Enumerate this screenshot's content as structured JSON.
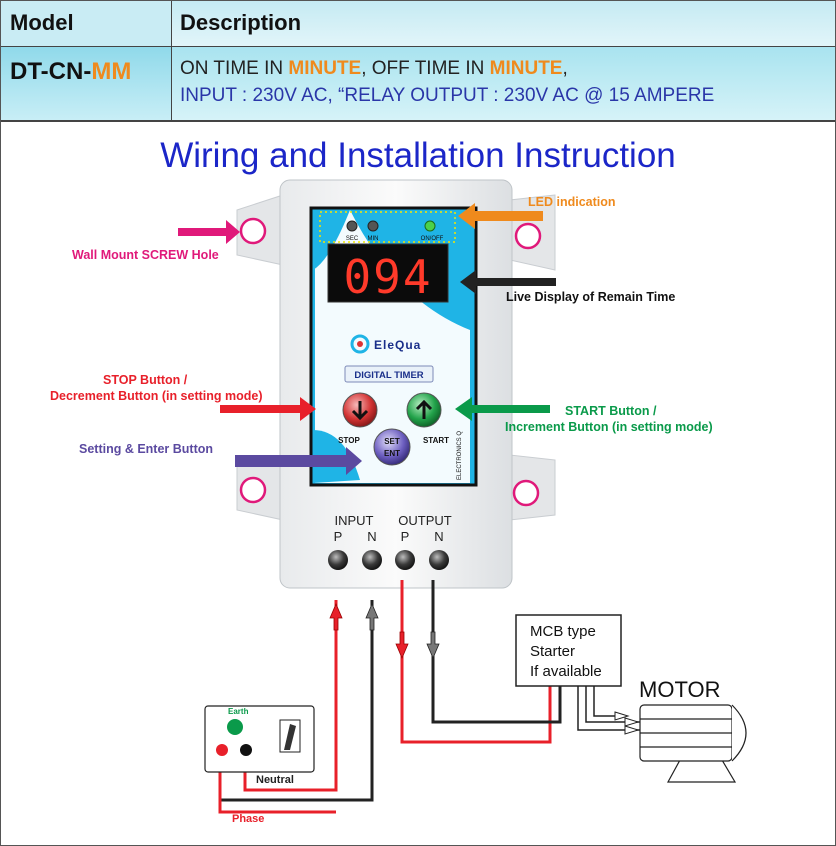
{
  "table": {
    "col_model": "Model",
    "col_description": "Description",
    "model_prefix": "DT-CN-",
    "model_suffix": "MM",
    "desc_line1_a": "ON TIME IN ",
    "desc_line1_b": "MINUTE",
    "desc_line1_c": ", OFF TIME IN ",
    "desc_line1_d": "MINUTE",
    "desc_line1_e": ",",
    "desc_line2": "INPUT : 230V AC, “RELAY OUTPUT : 230V AC @ 15 AMPERE"
  },
  "diagram": {
    "title": "Wiring and Installation Instruction",
    "display_value": "094",
    "brand": "EleQua",
    "panel_label": "DIGITAL TIMER",
    "side_text": "ELECTRONICS Q",
    "led_labels": [
      "SEC",
      "MIN",
      "ON/OFF"
    ],
    "btn_stop": "STOP",
    "btn_start": "START",
    "btn_set_1": "SET",
    "btn_set_2": "ENT",
    "terminal_input": "INPUT",
    "terminal_output": "OUTPUT",
    "terminal_p": "P",
    "terminal_n": "N",
    "callout_led": "LED indication",
    "callout_live": "Live Display of Remain Time",
    "callout_screw": "Wall Mount SCREW Hole",
    "callout_stop_1": "STOP Button /",
    "callout_stop_2": "Decrement Button (in setting mode)",
    "callout_start_1": "START Button /",
    "callout_start_2": "Increment Button  (in setting mode)",
    "callout_set": "Setting & Enter Button",
    "mcb_1": "MCB type",
    "mcb_2": "Starter",
    "mcb_3": "If available",
    "motor": "MOTOR",
    "earth": "Earth",
    "neutral": "Neutral",
    "phase": "Phase"
  },
  "colors": {
    "orange": "#ef8a1d",
    "red": "#e8202a",
    "green": "#0a9a4a",
    "purple": "#5b4aa0",
    "pink": "#e0197a",
    "blue_title": "#1b26c8",
    "cyan": "#1fb4e6"
  }
}
